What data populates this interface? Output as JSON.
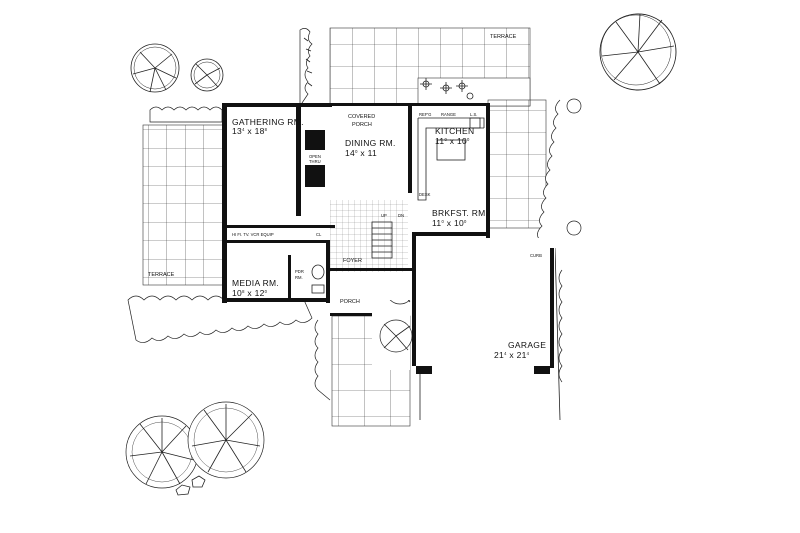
{
  "rooms": {
    "gathering": {
      "name": "GATHERING  RM.",
      "w": "13",
      "w_in": "4",
      "h": "18",
      "h_in": "8"
    },
    "dining": {
      "name": "DINING  RM.",
      "w": "14",
      "w_in": "0",
      "h": "11",
      "h_in": ""
    },
    "kitchen": {
      "name": "KITCHEN",
      "w": "11",
      "w_in": "0",
      "h": "10",
      "h_in": "0"
    },
    "brkfst": {
      "name": "BRKFST.  RM.",
      "w": "11",
      "w_in": "0",
      "h": "10",
      "h_in": "0"
    },
    "media": {
      "name": "MEDIA  RM.",
      "w": "10",
      "w_in": "8",
      "h": "12",
      "h_in": "0"
    },
    "garage": {
      "name": "GARAGE",
      "w": "21",
      "w_in": "4",
      "h": "21",
      "h_in": "4"
    }
  },
  "labels": {
    "covered_porch_1": "COVERED",
    "covered_porch_2": "PORCH",
    "terrace_top": "TERRACE",
    "terrace_left": "TERRACE",
    "foyer": "FOYER",
    "porch": "PORCH",
    "pdr_1": "PDR",
    "pdr_2": "RM.",
    "cl": "CL",
    "media_wall": "HI FI.  TV.  VCR  EQUIP",
    "open_1": "OPEN",
    "open_2": "THRU",
    "refr": "REF'G",
    "range": "RANGE",
    "ls": "L.S.",
    "desk": "DESK",
    "up": "UP",
    "dn": "DN",
    "curb": "CURB",
    "dim_x": "x"
  }
}
